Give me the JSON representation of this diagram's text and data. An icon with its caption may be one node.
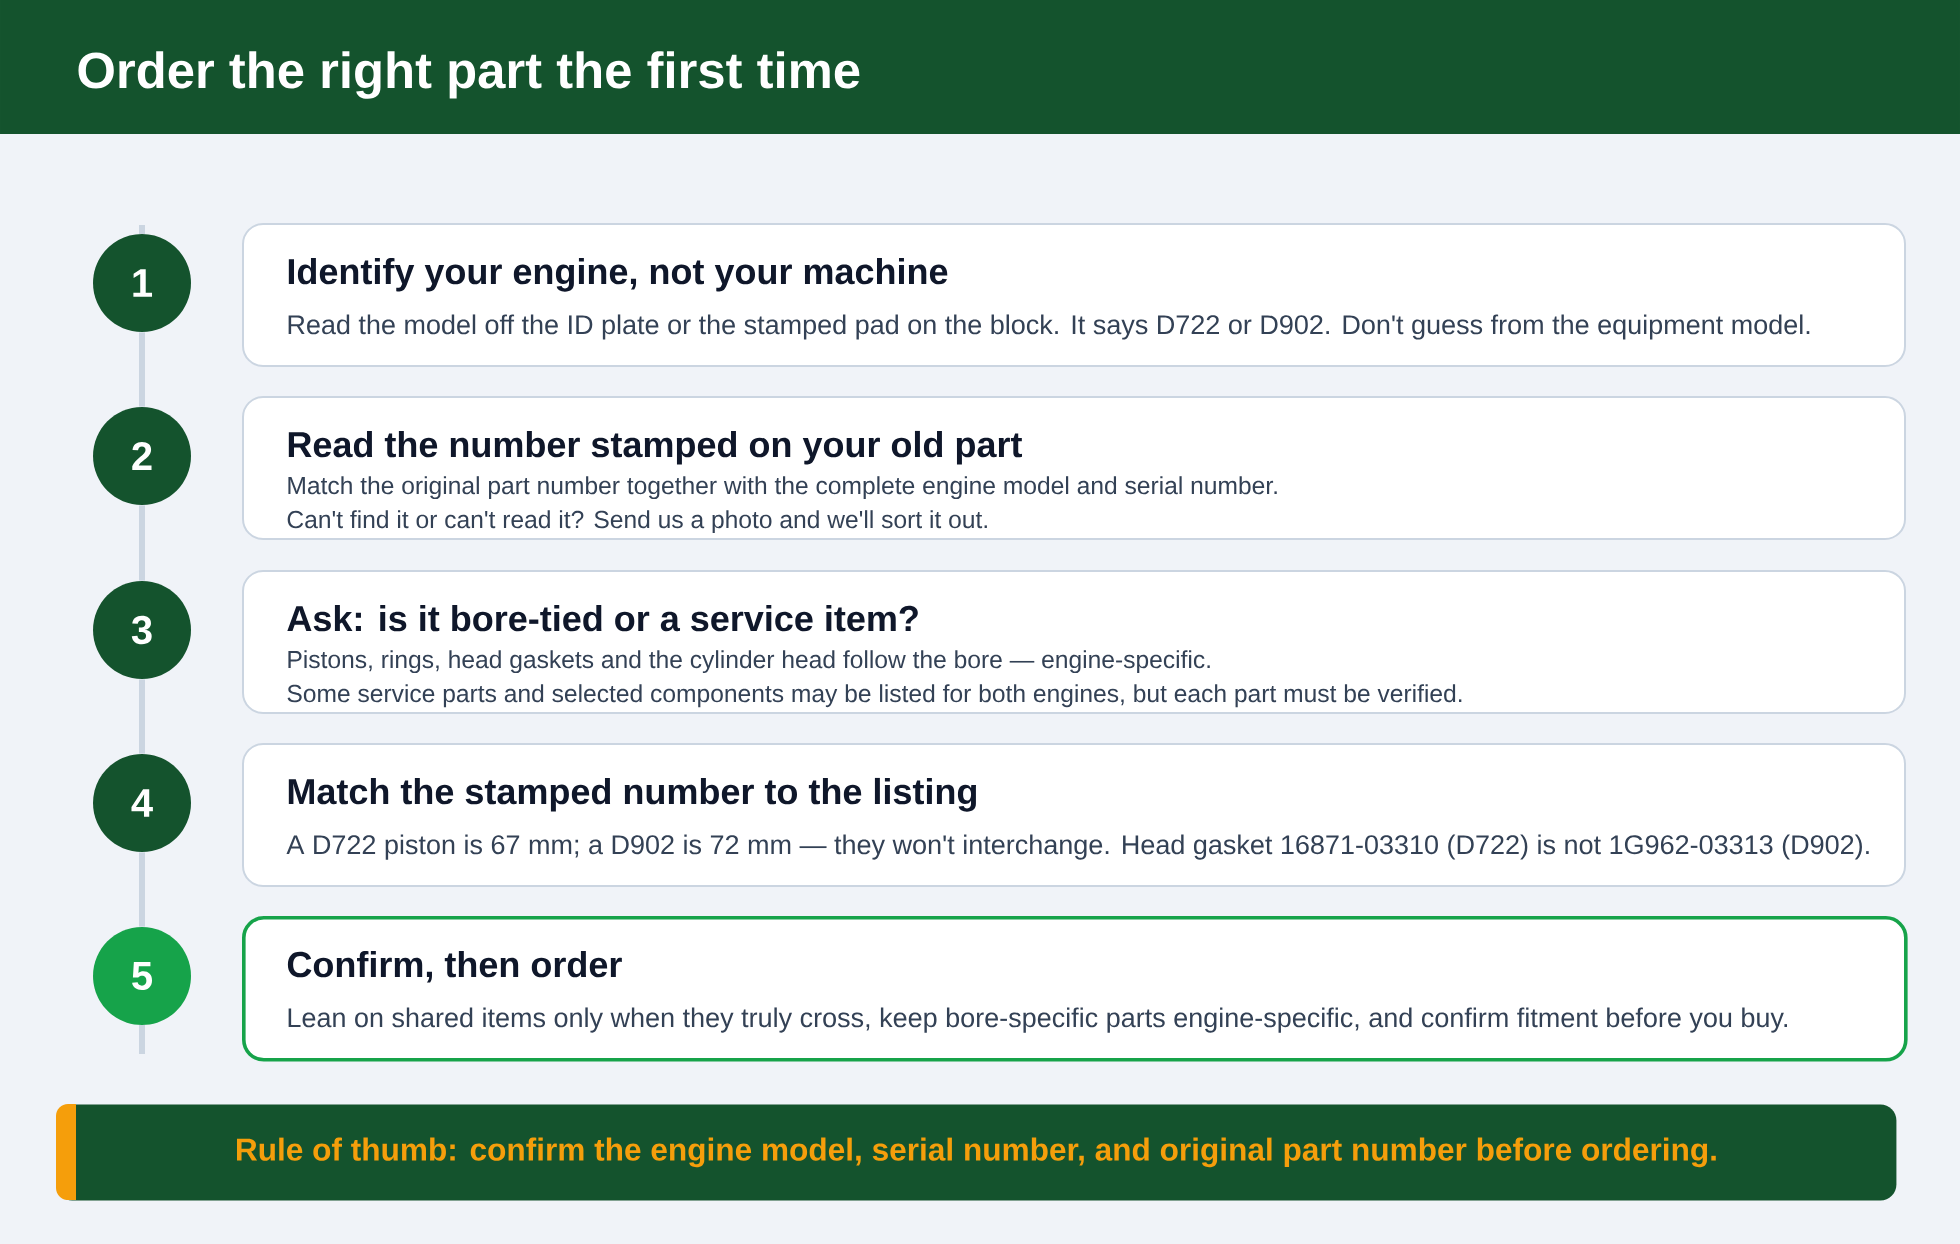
{
  "diagram": {
    "title": "Order the right part the first time",
    "nodes": [
      {
        "text": [
          "1"
        ]
      },
      {
        "text": [
          "Identify your engine, not your machine",
          "Read the model off the ID plate or the stamped pad on the block. It says D722 or D902. Don't guess from the equipment model."
        ]
      },
      {
        "text": [
          "2"
        ]
      },
      {
        "text": [
          "Read the number stamped on your old part",
          "Match the original part number together with the complete engine model and serial number.",
          "Can't find it or can't read it? Send us a photo and we'll sort it out."
        ]
      },
      {
        "text": [
          "3"
        ]
      },
      {
        "text": [
          "Ask: is it bore-tied or a service item?",
          "Pistons, rings, head gaskets and the cylinder head follow the bore — engine-specific.",
          "Some service parts and selected components may be listed for both engines, but each part must be verified."
        ]
      },
      {
        "text": [
          "4"
        ]
      },
      {
        "text": [
          "Match the stamped number to the listing",
          "A D722 piston is 67 mm; a D902 is 72 mm — they won't interchange. Head gasket 16871-03310 (D722) is not 1G962-03313 (D902)."
        ]
      },
      {
        "text": [
          "5"
        ]
      },
      {
        "text": [
          "Confirm, then order",
          "Lean on shared items only when they truly cross, keep bore-specific parts engine-specific, and confirm fitment before you buy."
        ]
      },
      {
        "text": [
          "Rule of thumb: confirm the engine model, serial number, and original part number before ordering."
        ]
      }
    ],
    "edges": [
      {
        "from": 0,
        "to": 2,
        "arrow": "none"
      },
      {
        "from": 2,
        "to": 4,
        "arrow": "none"
      },
      {
        "from": 4,
        "to": 6,
        "arrow": "none"
      },
      {
        "from": 6,
        "to": 8,
        "arrow": "none"
      }
    ]
  }
}
